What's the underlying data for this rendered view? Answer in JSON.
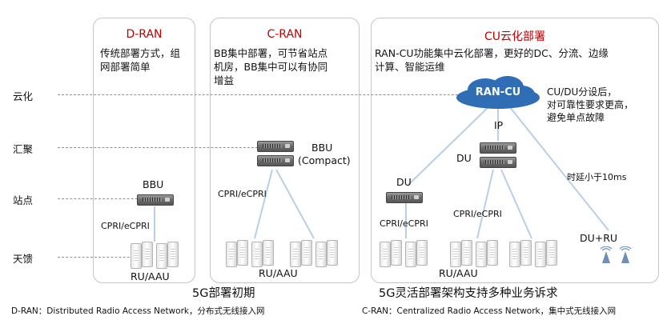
{
  "levels": {
    "cloud": "云化",
    "aggregation": "汇聚",
    "site": "站点",
    "feeder": "天馈"
  },
  "panels": {
    "dran": {
      "title": "D-RAN",
      "desc": [
        "传统部署方式，组",
        "网部署简单"
      ],
      "bbu_label": "BBU",
      "link_label": "CPRI/eCPRI",
      "ru_label": "RU/AAU"
    },
    "cran": {
      "title": "C-RAN",
      "desc": [
        "BB集中部署，可节省站点",
        "机房，BB集中可以有协同",
        "增益"
      ],
      "bbu_label_1": "BBU",
      "bbu_label_2": "(Compact)",
      "link_label": "CPRI/eCPRI",
      "ru_label": "RU/AAU"
    },
    "cu": {
      "title": "CU云化部署",
      "desc": [
        "RAN-CU功能集中云化部署，更好的DC、分流、边缘",
        "计算、智能运维"
      ],
      "cloud_label": "RAN-CU",
      "note": [
        "CU/DU分设后，",
        "对可靠性要求更高，",
        "避免单点故障"
      ],
      "ip_label": "IP",
      "du_label_center": "DU",
      "du_label_left": "DU",
      "latency_label": "时延小于10ms",
      "link_label_left": "CPRI/eCPRI",
      "link_label_center": "CPRI/eCPRI",
      "ru_label": "RU/AAU",
      "du_ru_label": "DU+RU"
    }
  },
  "captions": {
    "left": "5G部署初期",
    "right": "5G灵活部署架构支持多种业务诉求"
  },
  "footnotes": {
    "left": "D-RAN：Distributed Radio Access Network，分布式无线接入网",
    "right": "C-RAN：Centralized Radio Access Network，集中式无线接入网"
  },
  "colors": {
    "title_red": "#c00000",
    "line_blue": "#b9cfe8",
    "cloud_blue": "#2f6db5"
  }
}
